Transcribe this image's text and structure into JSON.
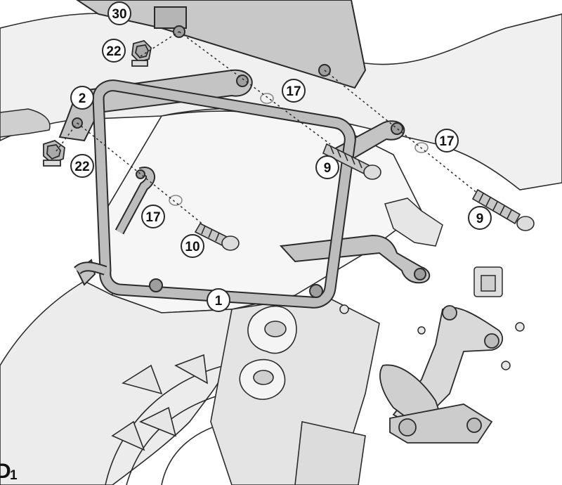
{
  "figure": {
    "label": "D",
    "label_sub": "1"
  },
  "callouts": [
    {
      "id": "c30",
      "number": "30"
    },
    {
      "id": "c22a",
      "number": "22"
    },
    {
      "id": "c2",
      "number": "2"
    },
    {
      "id": "c17a",
      "number": "17"
    },
    {
      "id": "c22b",
      "number": "22"
    },
    {
      "id": "c17b",
      "number": "17"
    },
    {
      "id": "c9a",
      "number": "9"
    },
    {
      "id": "c9b",
      "number": "9"
    },
    {
      "id": "c17c",
      "number": "17"
    },
    {
      "id": "c10",
      "number": "10"
    },
    {
      "id": "c1",
      "number": "1"
    }
  ],
  "colors": {
    "line": "#2a2a2a",
    "frame_fill": "#b9b9b9",
    "part_fill": "#d4d4d4",
    "body_fill": "#f0f0f0",
    "callout_fill": "#ffffff"
  }
}
